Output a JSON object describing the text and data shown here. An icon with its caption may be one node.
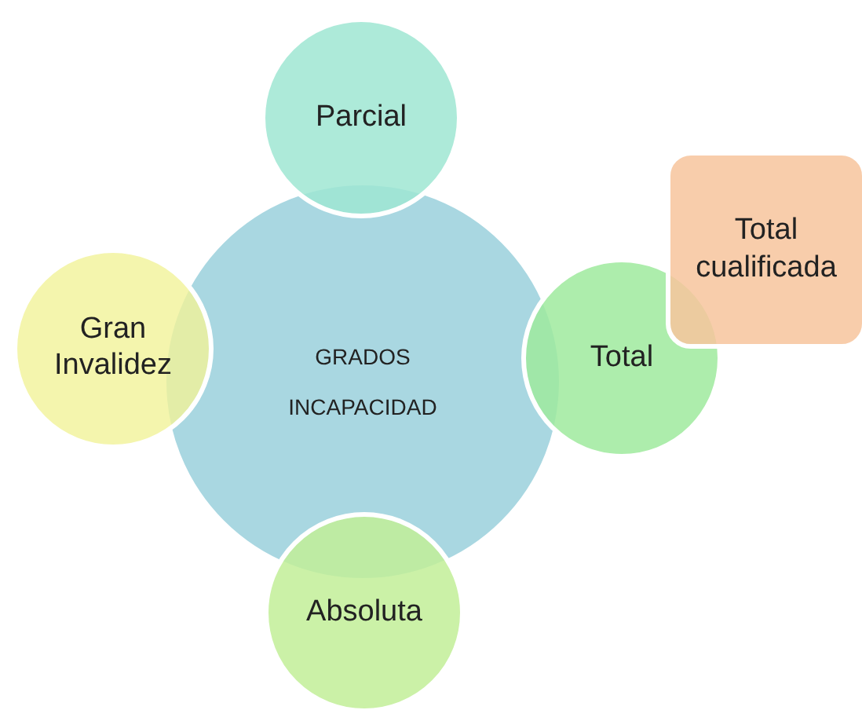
{
  "diagram": {
    "nodes": [
      {
        "text": [
          "Parcial"
        ]
      },
      {
        "text": [
          "Total cualificada"
        ]
      },
      {
        "text": [
          "Gran Invalidez"
        ]
      },
      {
        "text": [
          "GRADOS INCAPACIDAD"
        ]
      },
      {
        "text": [
          "Total"
        ]
      },
      {
        "text": [
          "Absoluta"
        ]
      }
    ]
  }
}
